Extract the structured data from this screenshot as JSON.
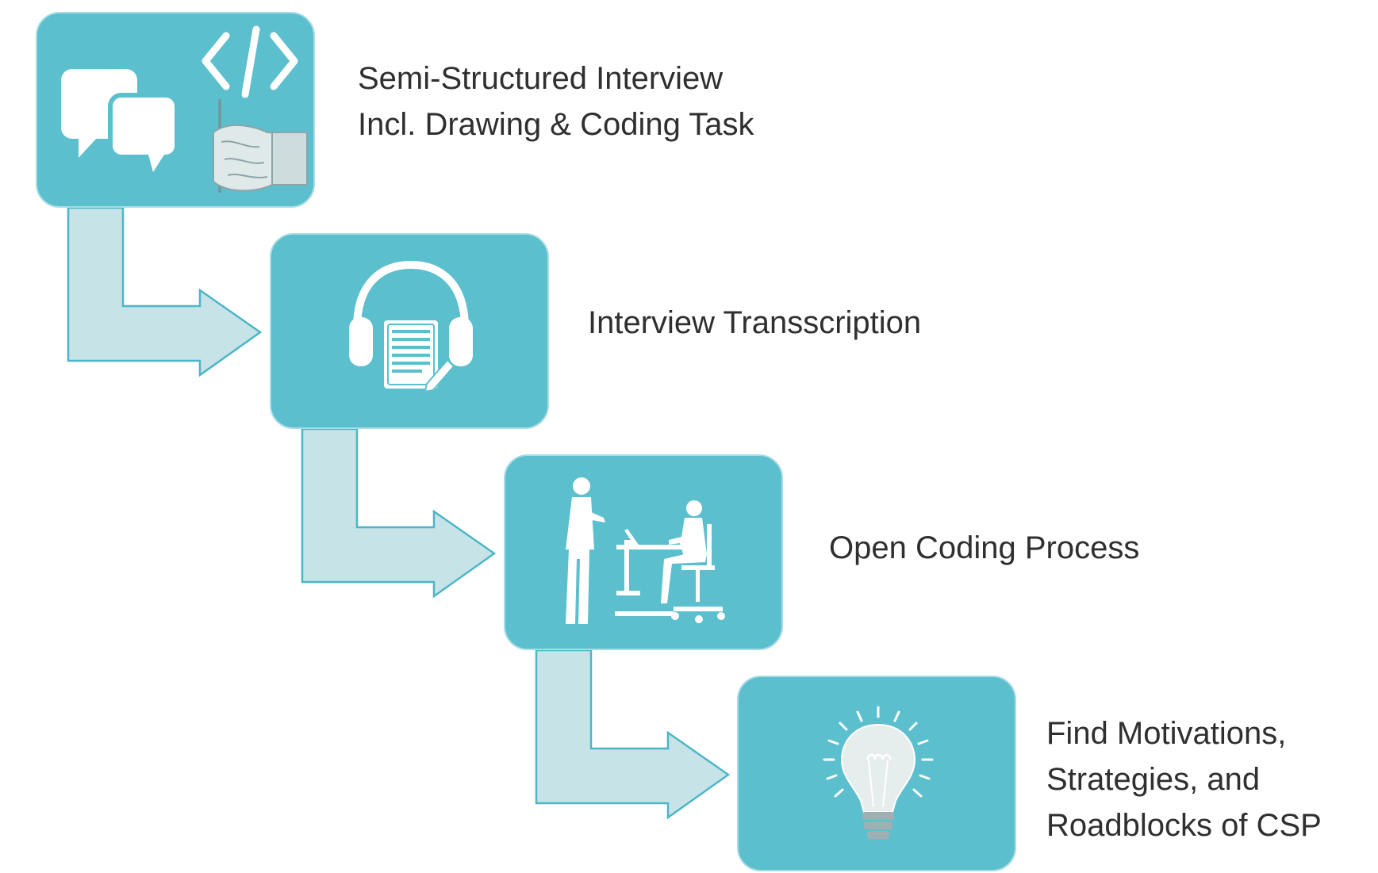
{
  "colors": {
    "box_fill": "#5bbfce",
    "box_border": "#a9dde5",
    "arrow_fill": "#c6e3e8",
    "arrow_stroke": "#4cb6c6",
    "text": "#2f2f2f"
  },
  "steps": [
    {
      "icons": [
        "speech-bubbles-icon",
        "code-brackets-icon",
        "drawing-hand-icon"
      ],
      "label_lines": [
        "Semi-Structured Interview",
        "Incl. Drawing & Coding Task"
      ]
    },
    {
      "icons": [
        "headphones-transcript-icon"
      ],
      "label_lines": [
        "Interview Transscription"
      ]
    },
    {
      "icons": [
        "people-meeting-icon"
      ],
      "label_lines": [
        "Open Coding Process"
      ]
    },
    {
      "icons": [
        "lightbulb-icon"
      ],
      "label_lines": [
        "Find Motivations,",
        "Strategies, and",
        "Roadblocks of CSP"
      ]
    }
  ]
}
